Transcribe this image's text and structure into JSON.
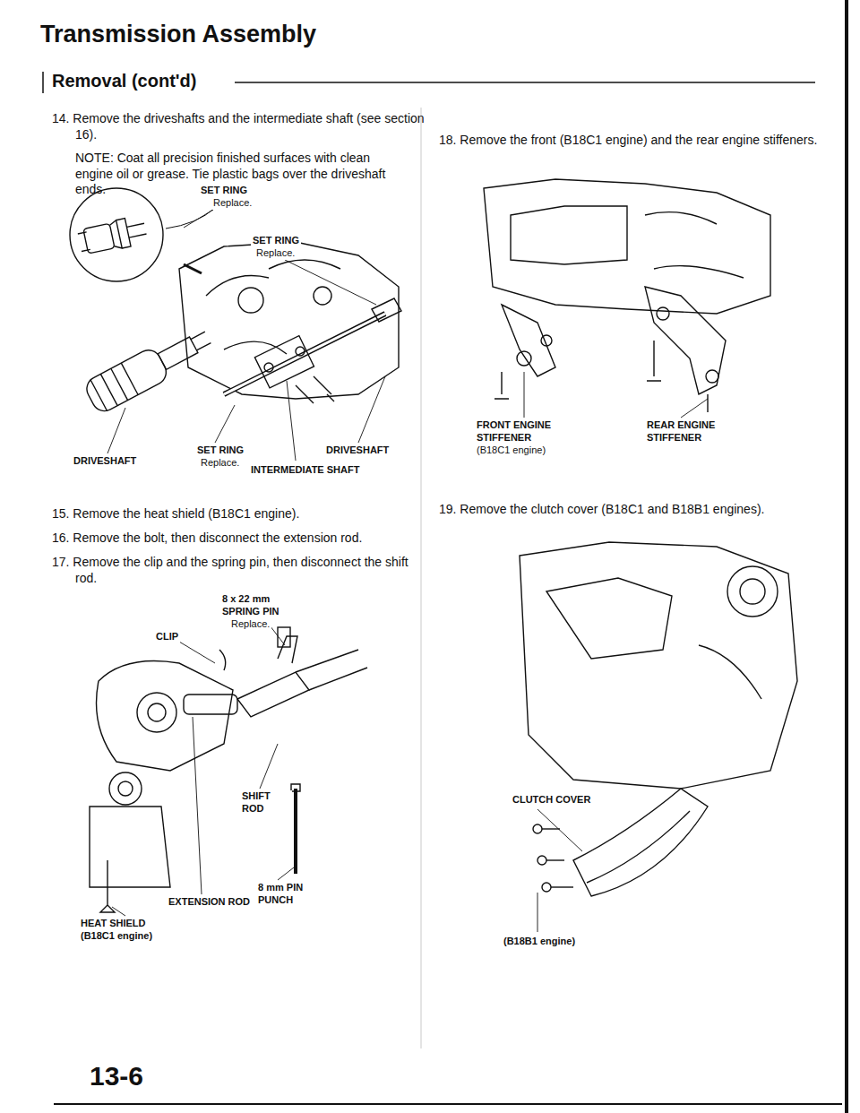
{
  "diagram": {
    "title": "Transmission Assembly",
    "labels": [
      "Removal (cont'd)",
      "14. Remove the driveshafts and the intermediate shaft (see section 16).",
      "NOTE: Coat all precision finished surfaces with clean engine oil or grease. Tie plastic bags over the driveshaft ends.",
      "SET RING",
      "Replace.",
      "SET RING",
      "Replace.",
      "SET RING",
      "Replace.",
      "DRIVESHAFT",
      "DRIVESHAFT",
      "INTERMEDIATE SHAFT",
      "15. Remove the heat shield (B18C1 engine).",
      "16. Remove the bolt, then disconnect the extension rod.",
      "17. Remove the clip and the spring pin, then disconnect the shift rod.",
      "8 x 22 mm SPRING PIN",
      "Replace.",
      "CLIP",
      "SHIFT ROD",
      "8 mm PIN PUNCH",
      "EXTENSION ROD",
      "HEAT SHIELD (B18C1 engine)",
      "18. Remove the front (B18C1 engine) and the rear engine stiffeners.",
      "FRONT ENGINE STIFFENER",
      "(B18C1 engine)",
      "REAR ENGINE STIFFENER",
      "19. Remove the clutch cover (B18C1 and B18B1 engines).",
      "CLUTCH COVER",
      "(B18B1 engine)",
      "13-6"
    ]
  }
}
